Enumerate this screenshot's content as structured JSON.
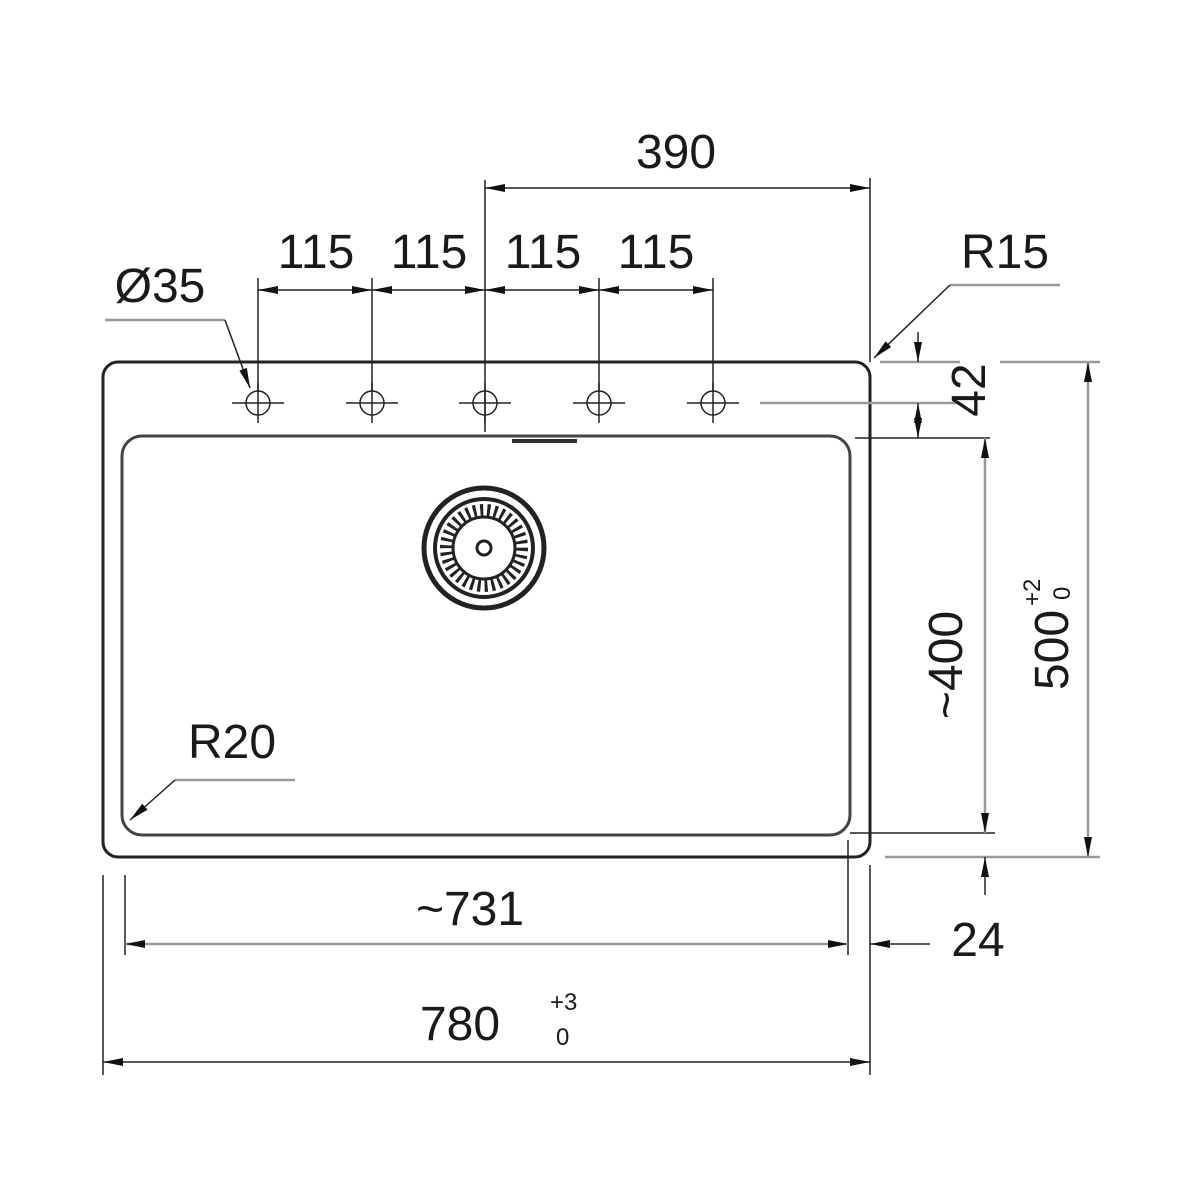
{
  "drawing": {
    "dim_overall_hole_span": "390",
    "dim_hole_spacing": [
      "115",
      "115",
      "115",
      "115"
    ],
    "dim_tap_hole_diameter": "Ø35",
    "dim_outer_radius": "R15",
    "dim_hole_offset": "42",
    "dim_bowl_depth": "~400",
    "dim_overall_depth": "500",
    "dim_overall_depth_tol_upper": "+2",
    "dim_overall_depth_tol_lower": "0",
    "dim_bowl_radius": "R20",
    "dim_bowl_width": "~731",
    "dim_rim": "24",
    "dim_overall_width": "780",
    "dim_overall_width_tol_upper": "+3",
    "dim_overall_width_tol_lower": "0"
  }
}
